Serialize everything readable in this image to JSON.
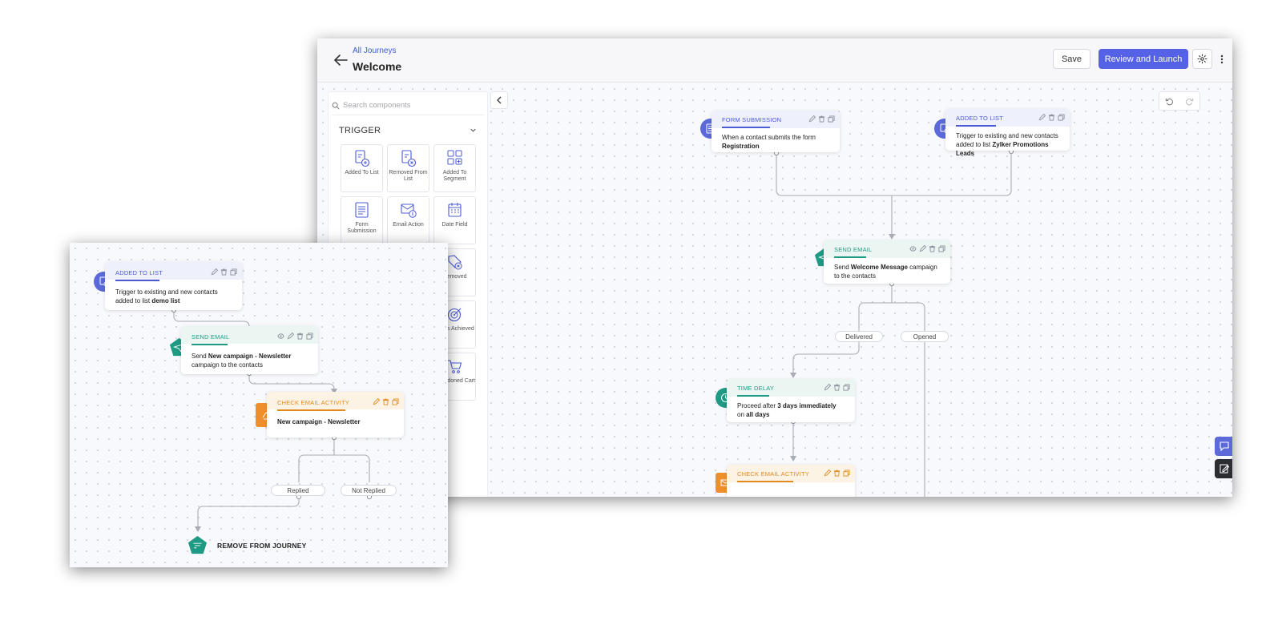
{
  "header": {
    "breadcrumb": "All Journeys",
    "title": "Welcome",
    "save_label": "Save",
    "launch_label": "Review and Launch"
  },
  "panel": {
    "search_placeholder": "Search components",
    "section_title": "TRIGGER",
    "tiles": [
      {
        "label": "Added To List",
        "icon": "list-add-icon"
      },
      {
        "label": "Removed From List",
        "icon": "list-remove-icon"
      },
      {
        "label": "Added To Segment",
        "icon": "segment-add-icon"
      },
      {
        "label": "Form Submission",
        "icon": "form-icon"
      },
      {
        "label": "Email Action",
        "icon": "email-action-icon"
      },
      {
        "label": "Date Field",
        "icon": "calendar-icon"
      },
      {
        "label": "Removed",
        "icon": "tag-remove-icon"
      },
      {
        "label": "Goals Achieved",
        "icon": "target-icon"
      },
      {
        "label": "Abandoned Cart",
        "icon": "cart-icon"
      }
    ]
  },
  "main_flow": {
    "form_submission": {
      "label": "FORM SUBMISSION",
      "text": "When a contact submits the form ",
      "bold": "Registration"
    },
    "added_to_list": {
      "label": "ADDED TO LIST",
      "text": "Trigger to existing and new contacts added to list ",
      "bold": "Zylker Promotions Leads"
    },
    "send_email": {
      "label": "SEND EMAIL",
      "pre": "Send ",
      "bold": "Welcome Message",
      "post": " campaign to the contacts"
    },
    "branches": [
      "Delivered",
      "Opened"
    ],
    "time_delay": {
      "label": "TIME DELAY",
      "pre": "Proceed after ",
      "bold1": "3 days immediately",
      "mid": " on ",
      "bold2": "all days"
    },
    "check_activity": {
      "label": "CHECK EMAIL ACTIVITY"
    }
  },
  "inset_flow": {
    "added_to_list": {
      "label": "ADDED TO LIST",
      "text": "Trigger to existing and new contacts added to list ",
      "bold": "demo list"
    },
    "send_email": {
      "label": "SEND EMAIL",
      "pre": "Send ",
      "bold": "New campaign - Newsletter",
      "post": " campaign to the contacts"
    },
    "check_activity": {
      "label": "CHECK EMAIL ACTIVITY",
      "bold": "New campaign - Newsletter"
    },
    "branches": [
      "Replied",
      "Not Replied"
    ],
    "remove": {
      "label": "REMOVE FROM JOURNEY"
    }
  },
  "colors": {
    "primary": "#5562e6",
    "teal": "#1f9a84",
    "orange": "#e08a1e"
  }
}
